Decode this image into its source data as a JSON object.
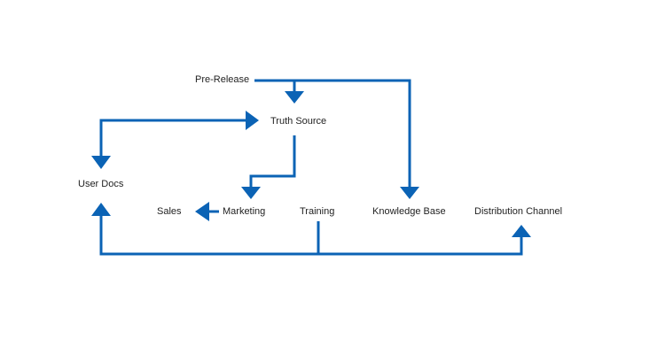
{
  "diagram": {
    "accent_color": "#0b63b5",
    "nodes": {
      "pre_release": "Pre-Release",
      "truth_source": "Truth Source",
      "user_docs": "User Docs",
      "sales": "Sales",
      "marketing": "Marketing",
      "training": "Training",
      "knowledge_base": "Knowledge Base",
      "distribution_channel": "Distribution Channel"
    },
    "edges": [
      {
        "from": "Pre-Release",
        "to": "Truth Source"
      },
      {
        "from": "Pre-Release",
        "to": "Knowledge Base"
      },
      {
        "from": "Truth Source",
        "to": "User Docs"
      },
      {
        "from": "Truth Source",
        "to": "Marketing"
      },
      {
        "from": "Marketing",
        "to": "Sales"
      },
      {
        "from": "Training",
        "to": "User Docs"
      },
      {
        "from": "Training",
        "to": "Distribution Channel"
      }
    ]
  }
}
